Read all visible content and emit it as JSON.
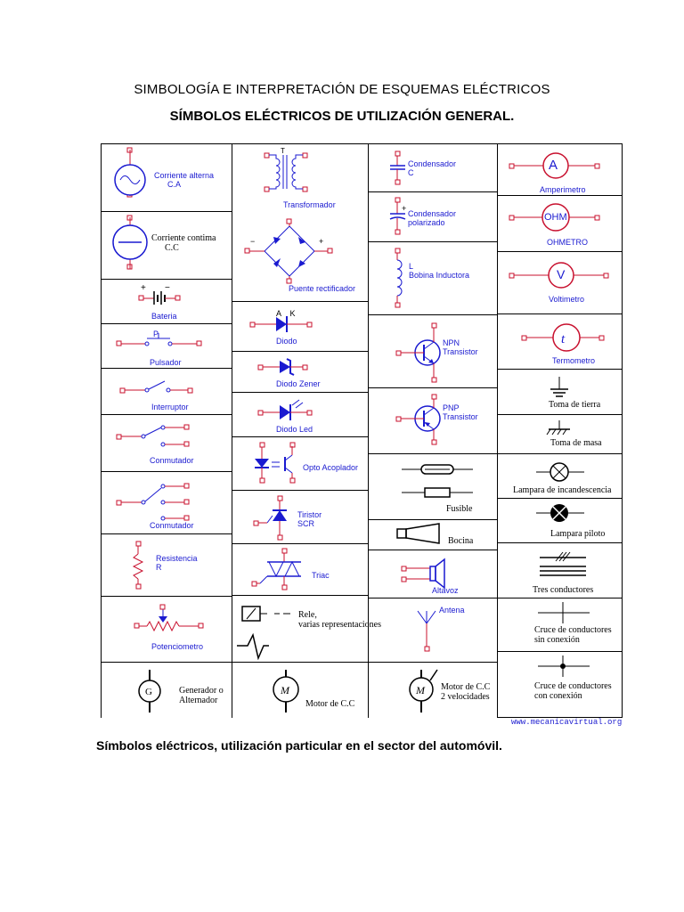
{
  "header": {
    "subtitle": "SIMBOLOGÍA E INTERPRETACIÓN DE ESQUEMAS ELÉCTRICOS",
    "title": "SÍMBOLOS ELÉCTRICOS DE UTILIZACIÓN GENERAL."
  },
  "col1": {
    "ac": "Corriente alterna\n      C.A",
    "dc": "Corriente contima\n      C.C",
    "battery": "Bateria",
    "pushbutton_p": "P",
    "pushbutton": "Pulsador",
    "switch": "Interruptor",
    "commutator": "Conmutador",
    "commutator2": "Conmutador",
    "resistor": "Resistencia\nR",
    "pot": "Potenciometro",
    "generator": "Generador o\nAlternador"
  },
  "col2": {
    "transformer": "Transformador",
    "rectifier": "Puente rectificador",
    "diode_ak": "A    K",
    "diode": "Diodo",
    "zener": "Diodo Zener",
    "led": "Diodo Led",
    "opto": "Opto Acoplador",
    "scr": "Tiristor\nSCR",
    "triac": "Triac",
    "relay": "Rele,\nvarias representaciones",
    "motor": "Motor de C.C"
  },
  "col3": {
    "cap": "Condensador\nC",
    "capp": "Condensador\npolarizado",
    "coil": "L\nBobina Inductora",
    "npn": "NPN\nTransistor",
    "pnp": "PNP\nTransistor",
    "fuse": "Fusible",
    "horn": "Bocina",
    "speaker": "Altavoz",
    "antenna": "Antena",
    "motor2": "Motor de C.C\n2 velocidades"
  },
  "col4": {
    "ammeter_sym": "A",
    "ammeter": "Amperimetro",
    "ohm_sym": "OHM",
    "ohm": "OHMETRO",
    "volt_sym": "V",
    "volt": "Voltimetro",
    "thermo": "Termometro",
    "earth": "Toma de tierra",
    "mass": "Toma de masa",
    "lamp": "Lampara de incandescencia",
    "pilot": "Lampara piloto",
    "three": "Tres conductores",
    "cross1": "Cruce de conductores\nsin conexión",
    "cross2": "Cruce de conductores\ncon conexión"
  },
  "site": "www.mecanicavirtual.org",
  "footer": "Símbolos eléctricos, utilización particular en el sector del automóvil.",
  "colors": {
    "wire": "#c8102e",
    "symbol": "#1a1ad0",
    "grid": "#000000"
  }
}
